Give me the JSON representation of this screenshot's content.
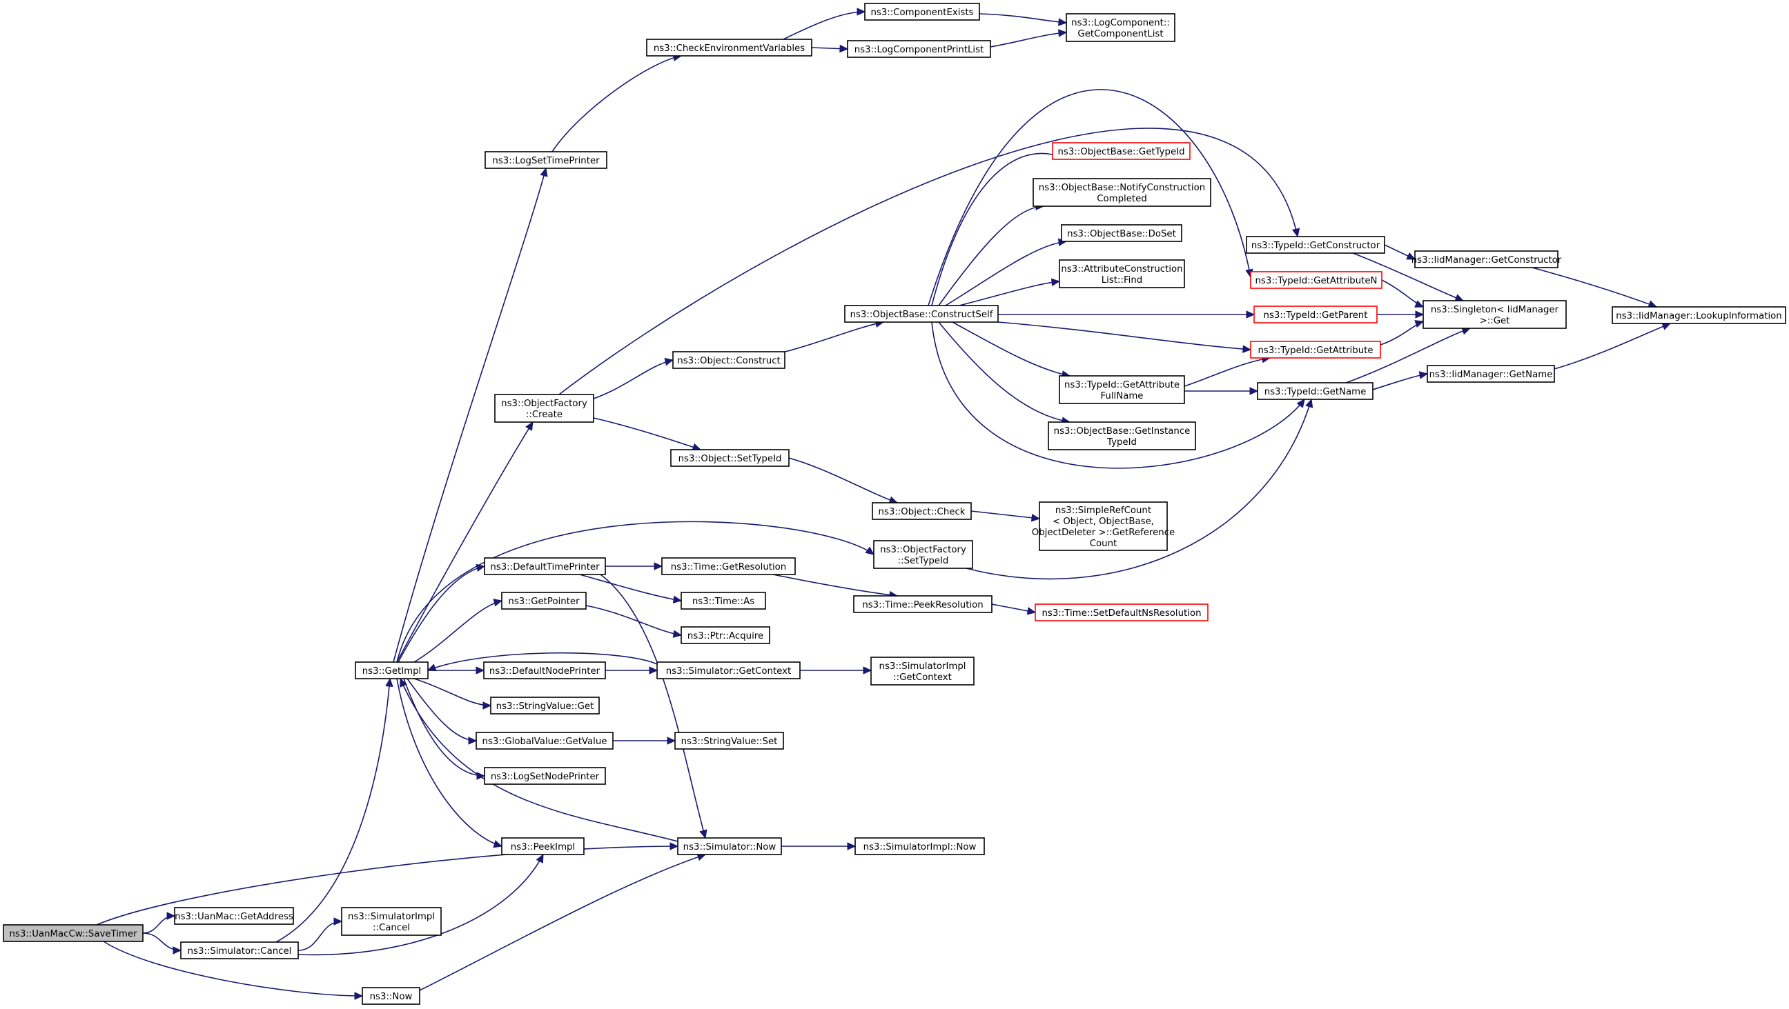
{
  "diagram": {
    "type": "call-graph",
    "root": "ns3::UanMacCw::SaveTimer",
    "colors": {
      "edge": "#191970",
      "node_border": "#000000",
      "truncated_border": "#ff0000",
      "root_fill": "#bfbfbf"
    },
    "nodes": [
      {
        "id": "savetimer",
        "label": [
          "ns3::UanMacCw::SaveTimer"
        ],
        "style": "root"
      },
      {
        "id": "getaddress",
        "label": [
          "ns3::UanMac::GetAddress"
        ]
      },
      {
        "id": "simcancel",
        "label": [
          "ns3::Simulator::Cancel"
        ]
      },
      {
        "id": "now",
        "label": [
          "ns3::Now"
        ]
      },
      {
        "id": "getimpl",
        "label": [
          "ns3::GetImpl"
        ]
      },
      {
        "id": "simimplcancel",
        "label": [
          "ns3::SimulatorImpl",
          "::Cancel"
        ]
      },
      {
        "id": "peekimpl",
        "label": [
          "ns3::PeekImpl"
        ]
      },
      {
        "id": "simnow",
        "label": [
          "ns3::Simulator::Now"
        ]
      },
      {
        "id": "simimplnow",
        "label": [
          "ns3::SimulatorImpl::Now"
        ]
      },
      {
        "id": "logsettimeprinter",
        "label": [
          "ns3::LogSetTimePrinter"
        ]
      },
      {
        "id": "checkenv",
        "label": [
          "ns3::CheckEnvironmentVariables"
        ]
      },
      {
        "id": "compexists",
        "label": [
          "ns3::ComponentExists"
        ]
      },
      {
        "id": "logcompprintlist",
        "label": [
          "ns3::LogComponentPrintList"
        ]
      },
      {
        "id": "getcomplist",
        "label": [
          "ns3::LogComponent::",
          "GetComponentList"
        ]
      },
      {
        "id": "objfactcreate",
        "label": [
          "ns3::ObjectFactory",
          "::Create"
        ]
      },
      {
        "id": "objconstruct",
        "label": [
          "ns3::Object::Construct"
        ]
      },
      {
        "id": "objsettypeid",
        "label": [
          "ns3::Object::SetTypeId"
        ]
      },
      {
        "id": "objcheck",
        "label": [
          "ns3::Object::Check"
        ]
      },
      {
        "id": "simplerefcount",
        "label": [
          "ns3::SimpleRefCount",
          "< Object, ObjectBase,",
          " ObjectDeleter >::GetReference",
          "Count"
        ]
      },
      {
        "id": "constructself",
        "label": [
          "ns3::ObjectBase::ConstructSelf"
        ]
      },
      {
        "id": "obgettypeid",
        "label": [
          "ns3::ObjectBase::GetTypeId"
        ],
        "style": "truncated"
      },
      {
        "id": "notifyconstruction",
        "label": [
          "ns3::ObjectBase::NotifyConstruction",
          "Completed"
        ]
      },
      {
        "id": "doset",
        "label": [
          "ns3::ObjectBase::DoSet"
        ]
      },
      {
        "id": "attrconstructfind",
        "label": [
          "ns3::AttributeConstruction",
          "List::Find"
        ]
      },
      {
        "id": "gettypeidgetattrfull",
        "label": [
          "ns3::TypeId::GetAttribute",
          "FullName"
        ]
      },
      {
        "id": "getinstancetypeid",
        "label": [
          "ns3::ObjectBase::GetInstance",
          "TypeId"
        ]
      },
      {
        "id": "typeidgetconstructor",
        "label": [
          "ns3::TypeId::GetConstructor"
        ]
      },
      {
        "id": "typeidgetattrn",
        "label": [
          "ns3::TypeId::GetAttributeN"
        ],
        "style": "truncated"
      },
      {
        "id": "typeidgetparent",
        "label": [
          "ns3::TypeId::GetParent"
        ],
        "style": "truncated"
      },
      {
        "id": "typeidgetattr",
        "label": [
          "ns3::TypeId::GetAttribute"
        ],
        "style": "truncated"
      },
      {
        "id": "typeidgetname",
        "label": [
          "ns3::TypeId::GetName"
        ]
      },
      {
        "id": "iidgetconstructor",
        "label": [
          "ns3::IidManager::GetConstructor"
        ]
      },
      {
        "id": "singletonget",
        "label": [
          "ns3::Singleton< IidManager",
          " >::Get"
        ]
      },
      {
        "id": "iidgetname",
        "label": [
          "ns3::IidManager::GetName"
        ]
      },
      {
        "id": "iidlookup",
        "label": [
          "ns3::IidManager::LookupInformation"
        ]
      },
      {
        "id": "objfactsettypeid",
        "label": [
          "ns3::ObjectFactory",
          "::SetTypeId"
        ]
      },
      {
        "id": "defaulttimeprinter",
        "label": [
          "ns3::DefaultTimePrinter"
        ]
      },
      {
        "id": "timegetres",
        "label": [
          "ns3::Time::GetResolution"
        ]
      },
      {
        "id": "timeas",
        "label": [
          "ns3::Time::As"
        ]
      },
      {
        "id": "timepeekres",
        "label": [
          "ns3::Time::PeekResolution"
        ]
      },
      {
        "id": "timesetdefault",
        "label": [
          "ns3::Time::SetDefaultNsResolution"
        ],
        "style": "truncated"
      },
      {
        "id": "getpointer",
        "label": [
          "ns3::GetPointer"
        ]
      },
      {
        "id": "ptracquire",
        "label": [
          "ns3::Ptr::Acquire"
        ]
      },
      {
        "id": "defaultnodeprinter",
        "label": [
          "ns3::DefaultNodePrinter"
        ]
      },
      {
        "id": "simgetcontext",
        "label": [
          "ns3::Simulator::GetContext"
        ]
      },
      {
        "id": "simimplgetcontext",
        "label": [
          "ns3::SimulatorImpl",
          "::GetContext"
        ]
      },
      {
        "id": "stringvalueget",
        "label": [
          "ns3::StringValue::Get"
        ]
      },
      {
        "id": "globalvaluegetvalue",
        "label": [
          "ns3::GlobalValue::GetValue"
        ]
      },
      {
        "id": "stringvalueset",
        "label": [
          "ns3::StringValue::Set"
        ]
      },
      {
        "id": "logsetnodeprinter",
        "label": [
          "ns3::LogSetNodePrinter"
        ]
      }
    ]
  }
}
